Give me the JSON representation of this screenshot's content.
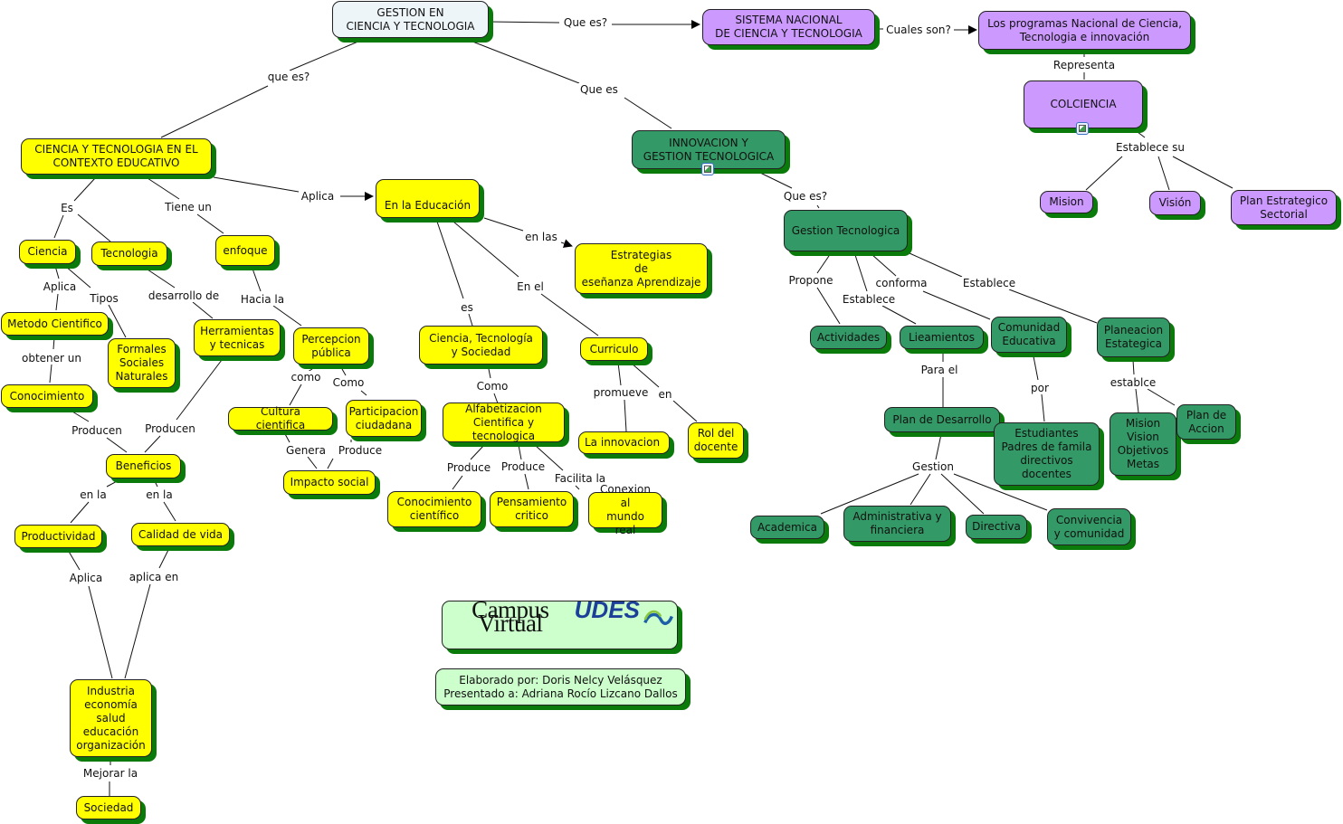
{
  "nodes": {
    "root": "GESTION EN\nCIENCIA Y TECNOLOGIA",
    "sistema": "SISTEMA NACIONAL\nDE CIENCIA Y TECNOLOGIA",
    "programas": "Los programas  Nacional de Ciencia,\nTecnologia e innovación",
    "colciencia": "COLCIENCIA",
    "mision_p": "Mision",
    "vision_p": "Visión",
    "plan_estrategico": "Plan Estrategico\nSectorial",
    "innovacion": "INNOVACION Y\nGESTION TECNOLOGICA",
    "gestion_tec": "Gestion Tecnologica",
    "actividades": "Actividades",
    "lineamientos": "Lieamientos",
    "comunidad": "Comunidad\nEducativa",
    "planeacion": "Planeacion\nEstategica",
    "plan_desarrollo": "Plan de Desarrollo",
    "estudiantes": "Estudiantes\nPadres de famila\ndirectivos\ndocentes",
    "mision_metas": "Mision\nVision\nObjetivos\nMetas",
    "plan_accion": "Plan de\nAccion",
    "academica": "Academica",
    "administrativa": "Administrativa y\nfinanciera",
    "directiva": "Directiva",
    "convivencia": "Convivencia\ny comunidad",
    "ciencia_contexto": "CIENCIA Y TECNOLOGIA EN EL\nCONTEXTO EDUCATIVO",
    "ciencia": "Ciencia",
    "tecnologia": "Tecnologia",
    "enfoque": "enfoque",
    "metodo": "Metodo Cientifico",
    "formales": "Formales\nSociales\nNaturales",
    "conocimiento": "Conocimiento",
    "herramientas": "Herramientas\ny tecnicas",
    "percepcion": "Percepcion\npública",
    "cultura": "Cultura cientifica",
    "participacion": "Participacion\nciudadana",
    "impacto": "Impacto social",
    "beneficios": "Beneficios",
    "productividad": "Productividad",
    "calidad": "Calidad de vida",
    "industria": "Industria\neconomía\nsalud\neducación\norganización",
    "sociedad": "Sociedad",
    "educacion": "En la Educación",
    "estrategias": "Estrategias\nde\neseñanza Aprendizaje",
    "cts": "Ciencia, Tecnología\ny Sociedad",
    "curriculo": "Curriculo",
    "alfabetizacion": "Alfabetizacion\nCientifica y tecnologica",
    "innovacion_c": "La innovacion",
    "rol": "Rol del\ndocente",
    "conoc_cientifico": "Conocimiento\ncientífico",
    "pensamiento": "Pensamiento\ncritico",
    "conexion": "Conexion al\nmundo real",
    "credits": "Elaborado por: Doris Nelcy Velásquez\nPresentado a: Adriana Rocío Lizcano Dallos"
  },
  "links": {
    "que_es_q1": "Que es?",
    "cuales_son": "Cuales son?",
    "representa": "Representa",
    "establece_su": "Establece su",
    "que_es_1": "Que es",
    "que_es_q2": "que es?",
    "que_es_q3": "Que es?",
    "propone": "Propone",
    "establece_1": "Establece",
    "conforma": "conforma",
    "establece_2": "Establece",
    "para_el": "Para el",
    "por": "por",
    "establce": "establce",
    "gestion": "Gestion",
    "es_1": "Es",
    "tiene_un": "Tiene un",
    "aplica_1": "Aplica",
    "aplica_2": "Aplica",
    "tipos": "Tipos",
    "desarrollo_de": "desarrollo de",
    "hacia_la": "Hacia la",
    "obtener_un": "obtener un",
    "como_1": "como",
    "como_2": "Como",
    "producen_1": "Producen",
    "producen_2": "Producen",
    "genera": "Genera",
    "produce_1": "Produce",
    "en_la_1": "en la",
    "en_la_2": "en la",
    "aplica_3": "Aplica",
    "aplica_en": "aplica en",
    "mejorar_la": "Mejorar la",
    "en_las": "en las",
    "es_2": "es",
    "en_el": "En el",
    "como_3": "Como",
    "promueve": "promueve",
    "en": "en",
    "produce_2": "Produce",
    "produce_3": "Produce",
    "facilita_la": "Facilita la"
  },
  "logo": {
    "text": "Campus Virtual",
    "brand": "UDES"
  },
  "colors": {
    "yellow": "#ffff00",
    "purple": "#cc99ff",
    "green": "#339966",
    "root": "#eef5f8",
    "light_green": "#ccffcc",
    "shadow": "#0a7a0a"
  }
}
